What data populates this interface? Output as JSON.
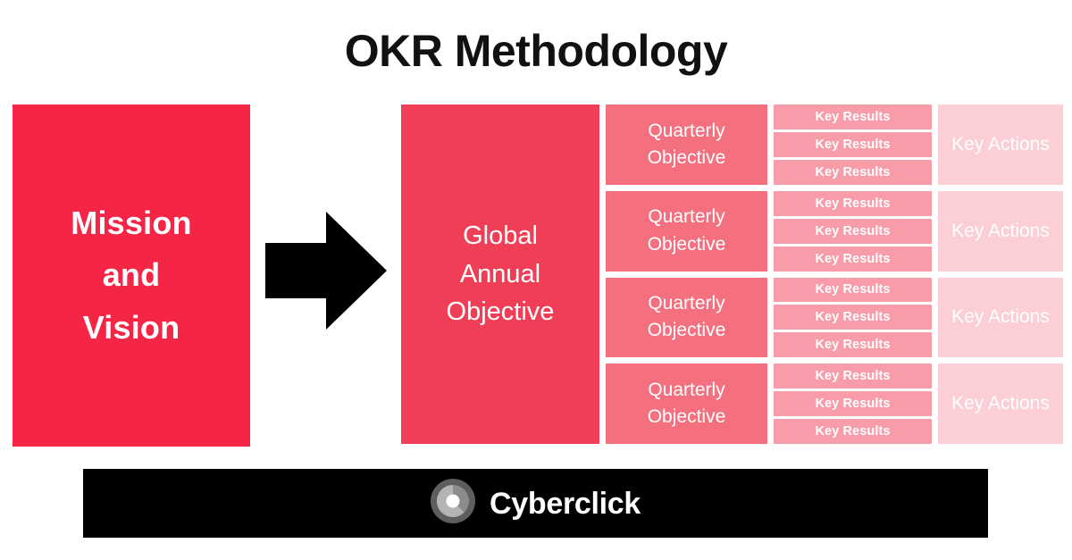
{
  "page": {
    "title": "OKR Methodology",
    "background_color": "#ffffff"
  },
  "colors": {
    "mission": "#F42545",
    "global_objective": "#EF3E55",
    "quarterly_objective": "#F4707F",
    "key_results": "#F79CA8",
    "key_actions": "#FBCFD5",
    "arrow": "#000000",
    "footer": "#000000",
    "text_on_color": "#ffffff",
    "title_text": "#111111"
  },
  "mission": {
    "label": "Mission\nand\nVision"
  },
  "arrow": {
    "icon": "arrow-right-icon",
    "direction": "right"
  },
  "global_objective": {
    "label": "Global\nAnnual\nObjective"
  },
  "columns": {
    "quarterly": {
      "label": "Quarterly Objective",
      "cells": [
        "Quarterly\nObjective",
        "Quarterly\nObjective",
        "Quarterly\nObjective",
        "Quarterly\nObjective"
      ]
    },
    "key_results": {
      "label": "Key Results",
      "groups": [
        [
          "Key Results",
          "Key Results",
          "Key Results"
        ],
        [
          "Key Results",
          "Key Results",
          "Key Results"
        ],
        [
          "Key Results",
          "Key Results",
          "Key Results"
        ],
        [
          "Key Results",
          "Key Results",
          "Key Results"
        ]
      ]
    },
    "key_actions": {
      "label": "Key Actions",
      "cells": [
        "Key Actions",
        "Key Actions",
        "Key Actions",
        "Key Actions"
      ]
    }
  },
  "footer": {
    "brand_name": "Cyberclick",
    "logo_icon": "cyberclick-circle-logo"
  }
}
